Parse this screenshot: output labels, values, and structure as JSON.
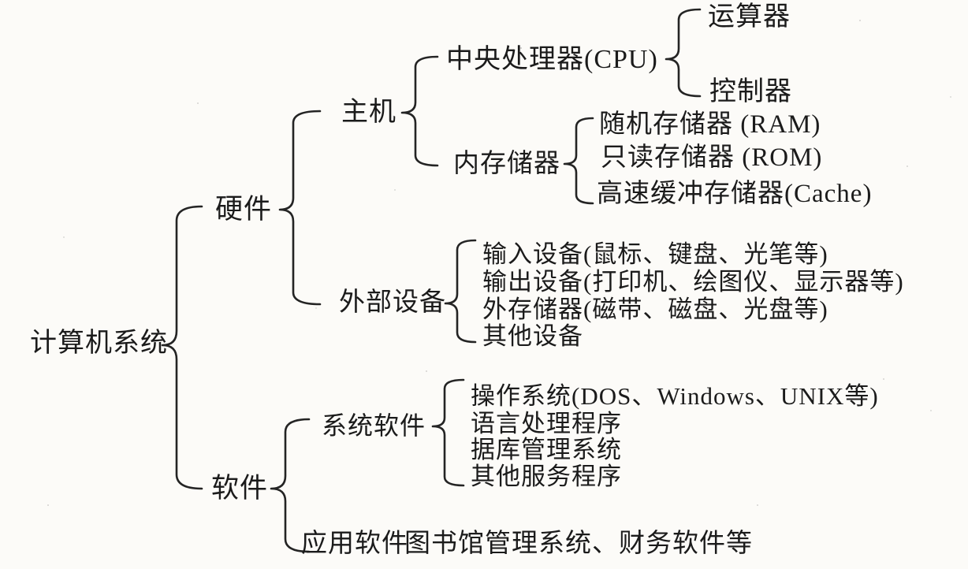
{
  "page": {
    "background_color": "#fcfbf8",
    "ink_color": "#242424"
  },
  "tree": {
    "root_label": "计算机系统",
    "hardware": {
      "label": "硬件",
      "host": {
        "label": "主机",
        "cpu": {
          "label": "中央处理器(CPU)",
          "children": [
            "运算器",
            "控制器"
          ]
        },
        "memory": {
          "label": "内存储器",
          "children": [
            "随机存储器 (RAM)",
            "只读存储器 (ROM)",
            "高速缓冲存储器(Cache)"
          ]
        }
      },
      "peripherals": {
        "label": "外部设备",
        "children": [
          "输入设备(鼠标、键盘、光笔等)",
          "输出设备(打印机、绘图仪、显示器等)",
          "外存储器(磁带、磁盘、光盘等)",
          "其他设备"
        ]
      }
    },
    "software": {
      "label": "软件",
      "system_software": {
        "label": "系统软件",
        "children": [
          "操作系统(DOS、Windows、UNIX等)",
          "语言处理程序",
          "据库管理系统",
          "其他服务程序"
        ]
      },
      "application_software": {
        "label": "应用软件",
        "examples": "图书馆管理系统、财务软件等"
      }
    }
  }
}
